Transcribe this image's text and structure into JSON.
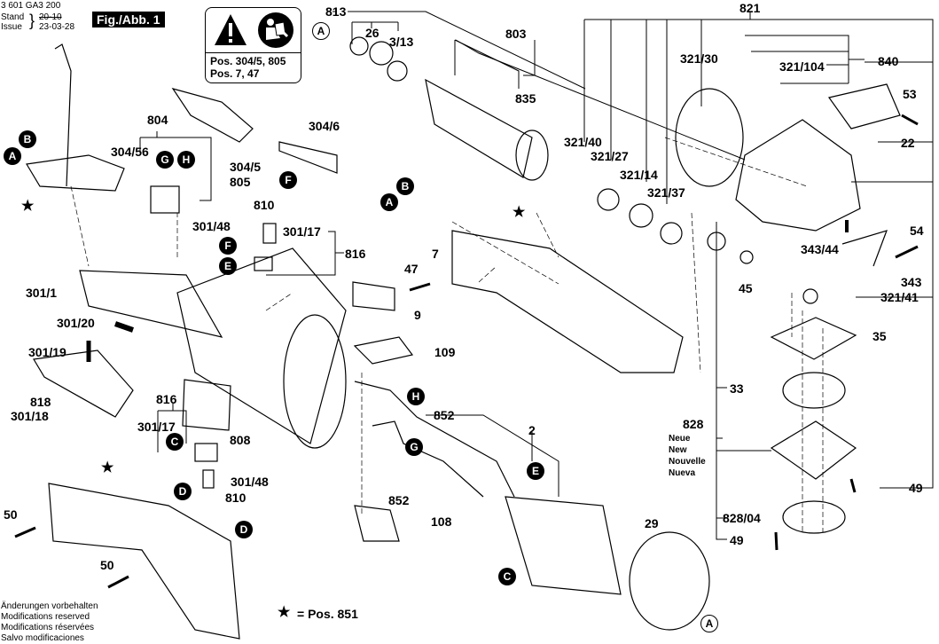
{
  "header": {
    "doc_number": "3 601 GA3 200",
    "stand_label": "Stand",
    "issue_label": "Issue",
    "old_date": "20-10",
    "issue_date": "23-03-28",
    "figure_label": "Fig./Abb. 1"
  },
  "warning_box": {
    "icons": [
      "warning-triangle-icon",
      "read-manual-icon"
    ],
    "line1": "Pos. 304/5, 805",
    "line2": "Pos. 7, 47"
  },
  "connector_badges": {
    "A": "A",
    "B": "B",
    "C": "C",
    "D": "D",
    "E": "E",
    "F": "F",
    "G": "G",
    "H": "H"
  },
  "part_labels": {
    "p813": "813",
    "p26": "26",
    "p3_13": "3/13",
    "p803": "803",
    "p835": "835",
    "p821": "821",
    "p321_30": "321/30",
    "p321_104": "321/104",
    "p840": "840",
    "p53": "53",
    "p22": "22",
    "p321_40": "321/40",
    "p321_27": "321/27",
    "p321_14": "321/14",
    "p321_37": "321/37",
    "p54": "54",
    "p343_44": "343/44",
    "p343": "343",
    "p45": "45",
    "p321_41": "321/41",
    "p35": "35",
    "p33": "33",
    "p828": "828",
    "p828_04": "828/04",
    "p49a": "49",
    "p49b": "49",
    "p804": "804",
    "p304_56": "304/56",
    "p304_6": "304/6",
    "p304_5": "304/5",
    "p805": "805",
    "p810a": "810",
    "p301_48a": "301/48",
    "p301_17a": "301/17",
    "p816a": "816",
    "p7": "7",
    "p47": "47",
    "p9": "9",
    "p109": "109",
    "p301_1": "301/1",
    "p301_20": "301/20",
    "p301_19": "301/19",
    "p818": "818",
    "p301_18": "301/18",
    "p816b": "816",
    "p301_17b": "301/17",
    "p808": "808",
    "p301_48b": "301/48",
    "p810b": "810",
    "p852a": "852",
    "p852b": "852",
    "p2": "2",
    "p108": "108",
    "p29": "29",
    "p50a": "50",
    "p50b": "50"
  },
  "new_gearhead_note": [
    "Neue",
    "New",
    "Nouvelle",
    "Nueva"
  ],
  "star_legend": "= Pos. 851",
  "modifications_note": [
    "Änderungen vorbehalten",
    "Modifications reserved",
    "Modifications réservées",
    "Salvo modificaciones"
  ]
}
